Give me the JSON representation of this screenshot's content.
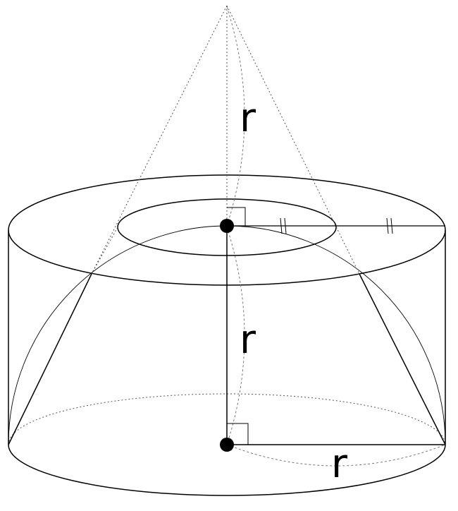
{
  "diagram": {
    "labels": {
      "cone_height": "r",
      "lower_height": "r",
      "base_radius": "r"
    },
    "colors": {
      "stroke": "#000000",
      "dashed": "#777777",
      "point": "#000000",
      "background": "#ffffff"
    }
  }
}
